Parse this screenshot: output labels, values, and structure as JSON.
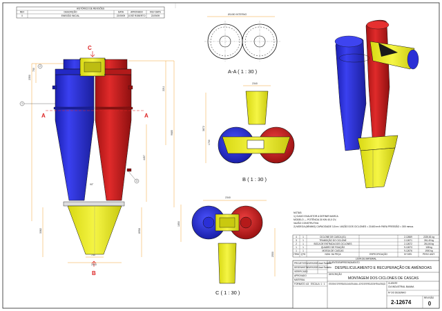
{
  "revision_block": {
    "headers": [
      "REV",
      "DESCRIÇÃO",
      "DATA",
      "APROVADO",
      "REV DATA"
    ],
    "row_values": [
      "0",
      "EMISSÃO INICIAL",
      "22/09/09",
      "JOSÉ ROBERTO",
      "22/09/09"
    ],
    "caption": "HISTÓRICO DE REVISÕES"
  },
  "views": {
    "section_aa": "A-A ( 1 : 30 )",
    "view_b": "B ( 1 : 30 )",
    "view_c": "C ( 1 : 30 )",
    "section_aa_dim": "Ø1450 INTERNO"
  },
  "callouts": {
    "a_left": "A",
    "a_right": "A",
    "b": "B",
    "c": "C",
    "balloon_1": "1",
    "balloon_2": "2",
    "balloon_3": "3"
  },
  "dimensions": {
    "d_top_left_1": "750",
    "d_top_left_2": "2350",
    "d_right_1": "2211",
    "d_right_2": "9685",
    "d_mid": "4457",
    "d_bottom_left": "3382",
    "d_bottom_right": "8958",
    "d_hopper_w": "2540",
    "d_hopper_bottom": "750",
    "d_angle": "90°",
    "d_b_top": "2340",
    "d_b_side": "3872",
    "d_b_side2": "1700",
    "d_c_top": "2340",
    "d_c_side": "1850",
    "d_c_right": "2550"
  },
  "notes": {
    "heading": "NOTAS:",
    "lines": [
      "1) CIADO EXAUSTOR A DEFINIR MARCA",
      "MODELO — POTÊNCIA 30 KW 40,0 CV;",
      "VAZÃO CONSTRUTIVA",
      "2) MOEGA (MÍNIMO) CAPACIDADE 3,5 m³; VAZÃO DOS CICLONES = 21600 m³/h PARA PRESSÃO = 300 mmca."
    ]
  },
  "parts_list": {
    "rows": [
      [
        "4",
        "1",
        "CICLONE DE CASCA (01)",
        "",
        "2-12669",
        "2220,81 kg"
      ],
      [
        "3",
        "1",
        "TRANSIÇÃO DO CICLONE",
        "",
        "2-12671",
        "261,40 kg"
      ],
      [
        "2",
        "1",
        "BOCA DE ENTRADA DOS CICLONES",
        "",
        "2-12672",
        "261,84 kg"
      ],
      [
        "1",
        "1",
        "QUADRO DE FIXAÇÃO",
        "",
        "9-12673",
        "108 kg"
      ],
      [
        "1",
        "1",
        "MOEGA DE CASCAS",
        "",
        "9-12676",
        "1900 kg"
      ]
    ],
    "headers": [
      "ITEM",
      "QTD",
      "NOM. DA PEÇA",
      "ESPECIFICAÇÃO",
      "Nº DES.",
      "PESO UNIT."
    ],
    "caption": "LISTA DE MATERIAL"
  },
  "title_block": {
    "company_label": "CLIENTE/EMPREENDIMENTO",
    "project": "DESPELICULAMENTO E RECUPERAÇÃO DE AMÊNDOAS",
    "title_label": "DESCRIÇÃO",
    "title": "MONTAGEM DOS CICLONES DE CASCAS",
    "project_label": "PROJETISTA",
    "designer_label": "DESENHISTA",
    "checker_label": "VERIFICADO",
    "approver_label": "APROVADO",
    "material_label": "MATERIAL",
    "projetista_date": "22/09/2009",
    "projetista_name": "José Roberto",
    "desenhista_date": "22/09/2009",
    "desenhista_name": "José Roberto",
    "format_label": "FORMATO: A3",
    "scale_label": "ESCALA: 1 : 1",
    "confidential": "ESTE DESENHO É DE PROPRIEDADE DA CIA INDUSTRIAL BAIANA — NÃO PODE SER REPRODUZIDO SEM PRÉVIA AUTORIZAÇÃO",
    "dwg_label": "Nº DO DESENHO",
    "dwg_number": "2-12674",
    "rev_label": "REVISÃO",
    "rev_value": "0",
    "client_label": "CLIENTE",
    "client_name": "CIA INDUSTRIAL BAIANA"
  },
  "colors": {
    "blue": "#2a2fd6",
    "red": "#c81e1e",
    "yellow": "#eeee1a",
    "frame": "#222222"
  }
}
